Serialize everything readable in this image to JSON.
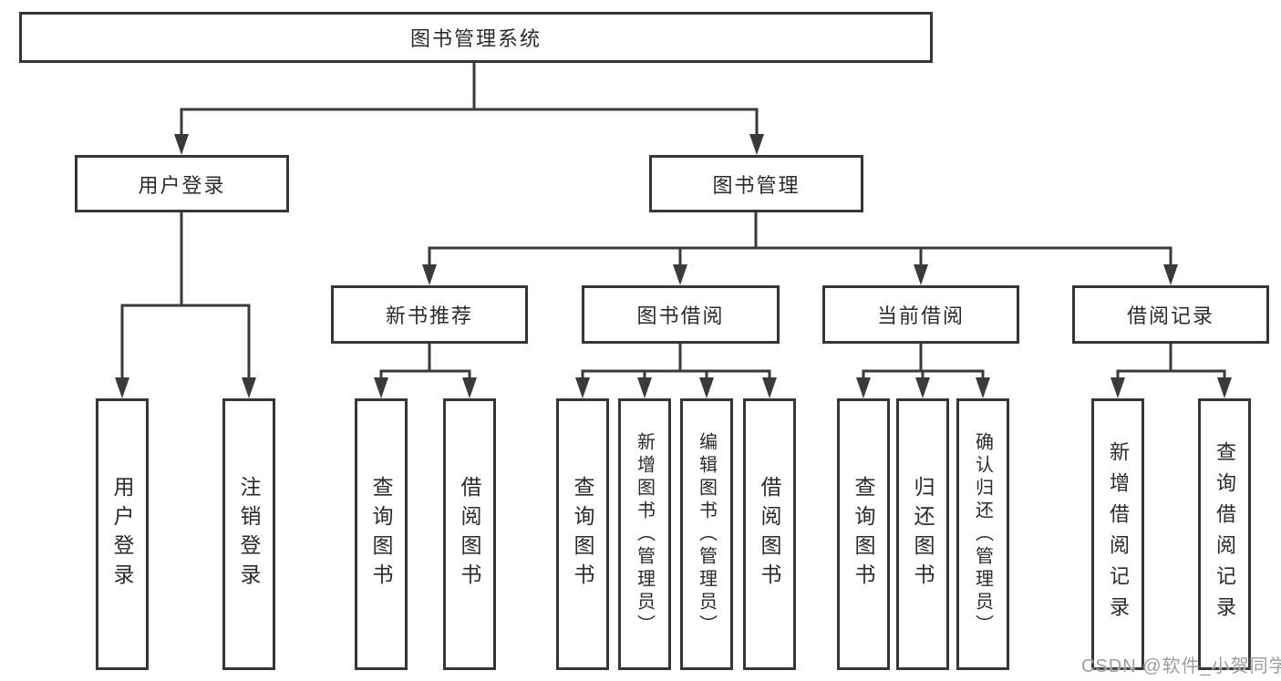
{
  "diagram": {
    "title": "图书管理系统",
    "branches": {
      "user_login": {
        "label": "用户登录",
        "children": {
          "login": "用户登录",
          "logout": "注销登录"
        }
      },
      "book_mgmt": {
        "label": "图书管理",
        "sections": {
          "new_book_rec": {
            "label": "新书推荐",
            "children": {
              "query": "查询图书",
              "borrow": "借阅图书"
            }
          },
          "book_borrow": {
            "label": "图书借阅",
            "children": {
              "query": "查询图书",
              "add": "新增图书（管理员）",
              "edit": "编辑图书（管理员）",
              "borrow": "借阅图书"
            }
          },
          "current_borrow": {
            "label": "当前借阅",
            "children": {
              "query": "查询图书",
              "return": "归还图书",
              "confirm": "确认归还（管理员）"
            }
          },
          "borrow_records": {
            "label": "借阅记录",
            "children": {
              "add": "新增借阅记录",
              "query": "查询借阅记录"
            }
          }
        }
      }
    }
  },
  "watermark": {
    "text": "CSDN @软件_小贺同学"
  },
  "colors": {
    "line": "#3a3a3a",
    "box_border": "#363636",
    "text": "#2b2b2b",
    "watermark": "#9e9e9e",
    "background": "#ffffff"
  }
}
